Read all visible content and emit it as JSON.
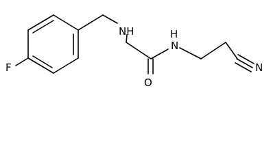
{
  "molecule": {
    "atoms": {
      "fluorine": "F",
      "amine_nitrogen": "NH",
      "amide_nitrogen": "N",
      "amide_hydrogen": "H",
      "carbonyl_oxygen": "O",
      "nitrile_nitrogen": "N"
    }
  }
}
